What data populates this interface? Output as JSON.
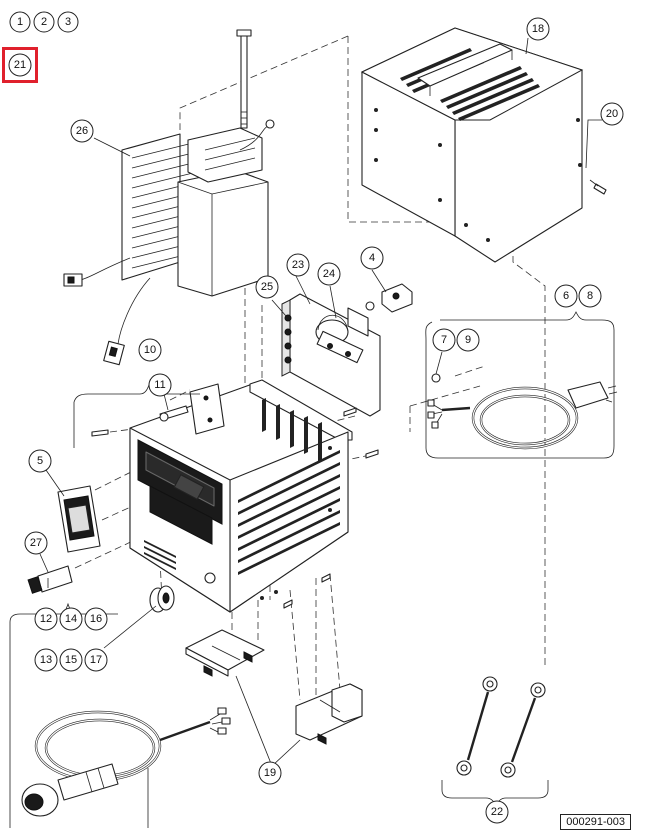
{
  "callouts": [
    {
      "id": "c1",
      "label": "1"
    },
    {
      "id": "c2",
      "label": "2"
    },
    {
      "id": "c3",
      "label": "3"
    },
    {
      "id": "c21",
      "label": "21"
    },
    {
      "id": "c18",
      "label": "18"
    },
    {
      "id": "c26",
      "label": "26"
    },
    {
      "id": "c20",
      "label": "20"
    },
    {
      "id": "c23",
      "label": "23"
    },
    {
      "id": "c24",
      "label": "24"
    },
    {
      "id": "c4",
      "label": "4"
    },
    {
      "id": "c25",
      "label": "25"
    },
    {
      "id": "c6",
      "label": "6"
    },
    {
      "id": "c8",
      "label": "8"
    },
    {
      "id": "c10",
      "label": "10"
    },
    {
      "id": "c7",
      "label": "7"
    },
    {
      "id": "c9",
      "label": "9"
    },
    {
      "id": "c11",
      "label": "11"
    },
    {
      "id": "c5",
      "label": "5"
    },
    {
      "id": "c27",
      "label": "27"
    },
    {
      "id": "c12",
      "label": "12"
    },
    {
      "id": "c14",
      "label": "14"
    },
    {
      "id": "c16",
      "label": "16"
    },
    {
      "id": "c13",
      "label": "13"
    },
    {
      "id": "c15",
      "label": "15"
    },
    {
      "id": "c17",
      "label": "17"
    },
    {
      "id": "c19",
      "label": "19"
    },
    {
      "id": "c22",
      "label": "22"
    }
  ],
  "highlighted_callout": "21",
  "document_code": "000291-003",
  "colors": {
    "highlight": "#e0202c",
    "line": "#222222"
  }
}
